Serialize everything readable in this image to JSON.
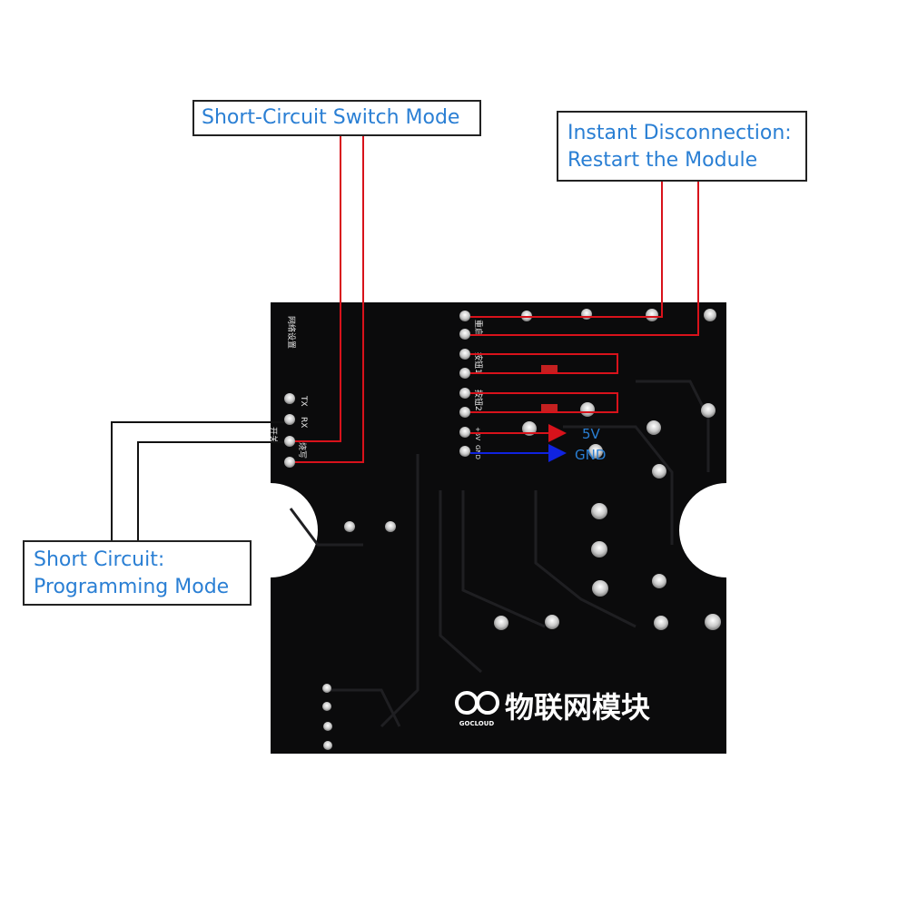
{
  "callouts": {
    "short_circuit_switch": "Short-Circuit Switch Mode",
    "instant_disconnection_line1": "Instant Disconnection:",
    "instant_disconnection_line2": "Restart the Module",
    "short_circuit_programming_line1": "Short Circuit:",
    "short_circuit_programming_line2": "Programming Mode"
  },
  "board": {
    "brand_text": "物联网模块",
    "brand_logo_text": "GOCLOUD",
    "silk_network": "网络设置",
    "silk_rx": "RX",
    "silk_tx": "TX",
    "silk_switch": "开关",
    "silk_program": "烧写",
    "silk_reset": "重启",
    "silk_button1": "按钮1",
    "silk_button2": "按钮2",
    "silk_5v": "+5V",
    "silk_gnd": "GND"
  },
  "arrows": {
    "label_5v": "5V",
    "label_gnd": "GND"
  },
  "colors": {
    "board": "#0b0b0c",
    "wire_red": "#d8121b",
    "wire_black": "#111111",
    "wire_blue": "#1023e0",
    "label_blue": "#2a7fd4"
  }
}
